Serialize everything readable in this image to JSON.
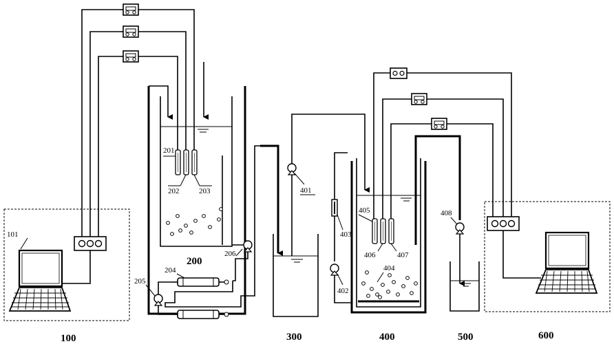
{
  "labels": {
    "n100": "100",
    "n101": "101",
    "n200": "200",
    "n201": "201",
    "n202": "202",
    "n203": "203",
    "n204": "204",
    "n205": "205",
    "n206": "206",
    "n300": "300",
    "n400": "400",
    "n401": "401",
    "n402": "402",
    "n403": "403",
    "n404": "404",
    "n405": "405",
    "n406": "406",
    "n407": "407",
    "n408": "408",
    "n500": "500",
    "n600": "600"
  },
  "icons": {
    "computer": "laptop-icon",
    "interface": "three-port-box-icon",
    "meter": "flow-meter-icon",
    "pump": "pump-icon",
    "probe": "sensor-probe-icon",
    "exchanger": "heat-exchanger-icon"
  }
}
